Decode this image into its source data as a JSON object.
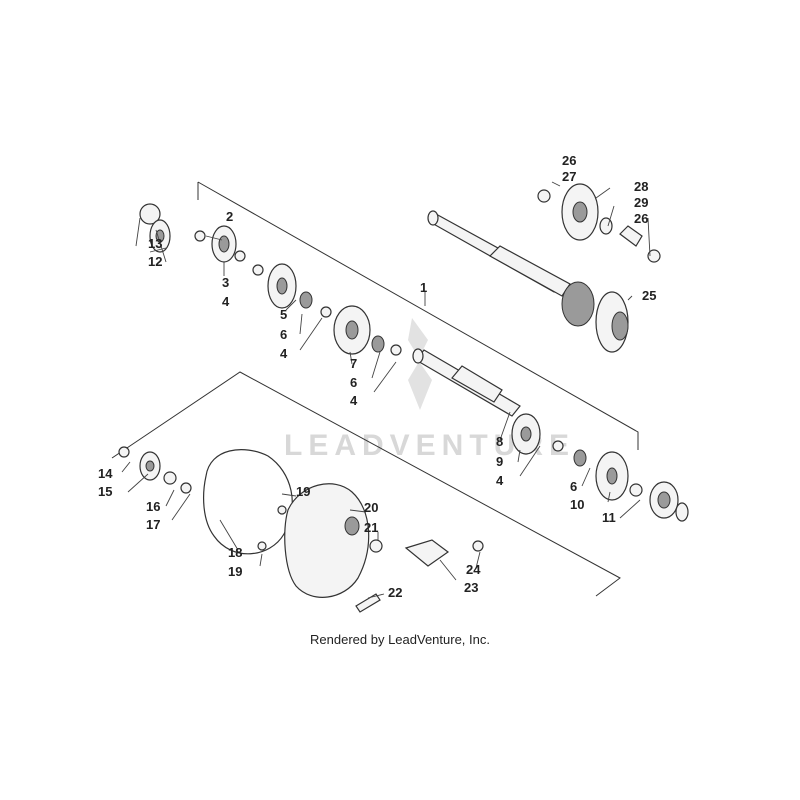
{
  "watermark": "LEADVENTURE",
  "footer": "Rendered by LeadVenture, Inc.",
  "callouts": [
    "1",
    "2",
    "3",
    "4",
    "5",
    "6",
    "4",
    "7",
    "6",
    "4",
    "8",
    "9",
    "4",
    "6",
    "10",
    "11",
    "12",
    "13",
    "14",
    "15",
    "16",
    "17",
    "18",
    "19",
    "19",
    "20",
    "21",
    "22",
    "23",
    "24",
    "25",
    "26",
    "27",
    "28",
    "29",
    "26"
  ]
}
